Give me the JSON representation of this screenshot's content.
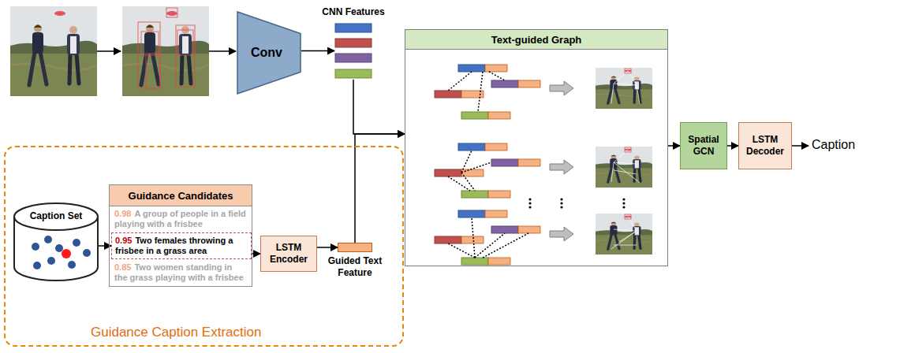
{
  "diagram": {
    "nodes": [
      {
        "text": [
          "Conv"
        ]
      },
      {
        "text": [
          "CNN Features"
        ]
      },
      {
        "text": [
          "Text-guided Graph"
        ]
      },
      {
        "text": [
          "Spatial GCN"
        ]
      },
      {
        "text": [
          "LSTM Decoder"
        ]
      },
      {
        "text": [
          "Guidance Caption Extraction"
        ]
      },
      {
        "text": [
          "Caption Set"
        ],
        "in": 5
      },
      {
        "text": [
          "Guidance Candidates",
          "0.98",
          "A group of people in a field playing with a frisbee",
          "0.85",
          "Two women standing in the grass playing with a frisbee"
        ],
        "in": 5
      },
      {
        "text": [
          "0.95",
          "Two females throwing a frisbee in a grass area"
        ],
        "in": 7
      },
      {
        "text": [
          "LSTM Encoder"
        ],
        "in": 5
      },
      {
        "text": [
          "Guided Text Feature"
        ],
        "in": 5
      }
    ],
    "edges": [
      {
        "from": 0,
        "to": 1,
        "arrow": "to"
      },
      {
        "from": 1,
        "to": 2,
        "arrow": "to"
      },
      {
        "from": 10,
        "to": 2,
        "arrow": "to"
      },
      {
        "from": 6,
        "to": 8,
        "arrow": "to"
      },
      {
        "from": 7,
        "to": 9,
        "arrow": "to"
      },
      {
        "from": 9,
        "to": 10,
        "arrow": "to"
      },
      {
        "from": 2,
        "to": 3,
        "arrow": "to"
      },
      {
        "from": 3,
        "to": 4,
        "arrow": "to"
      }
    ],
    "labels": [
      "Caption"
    ]
  }
}
